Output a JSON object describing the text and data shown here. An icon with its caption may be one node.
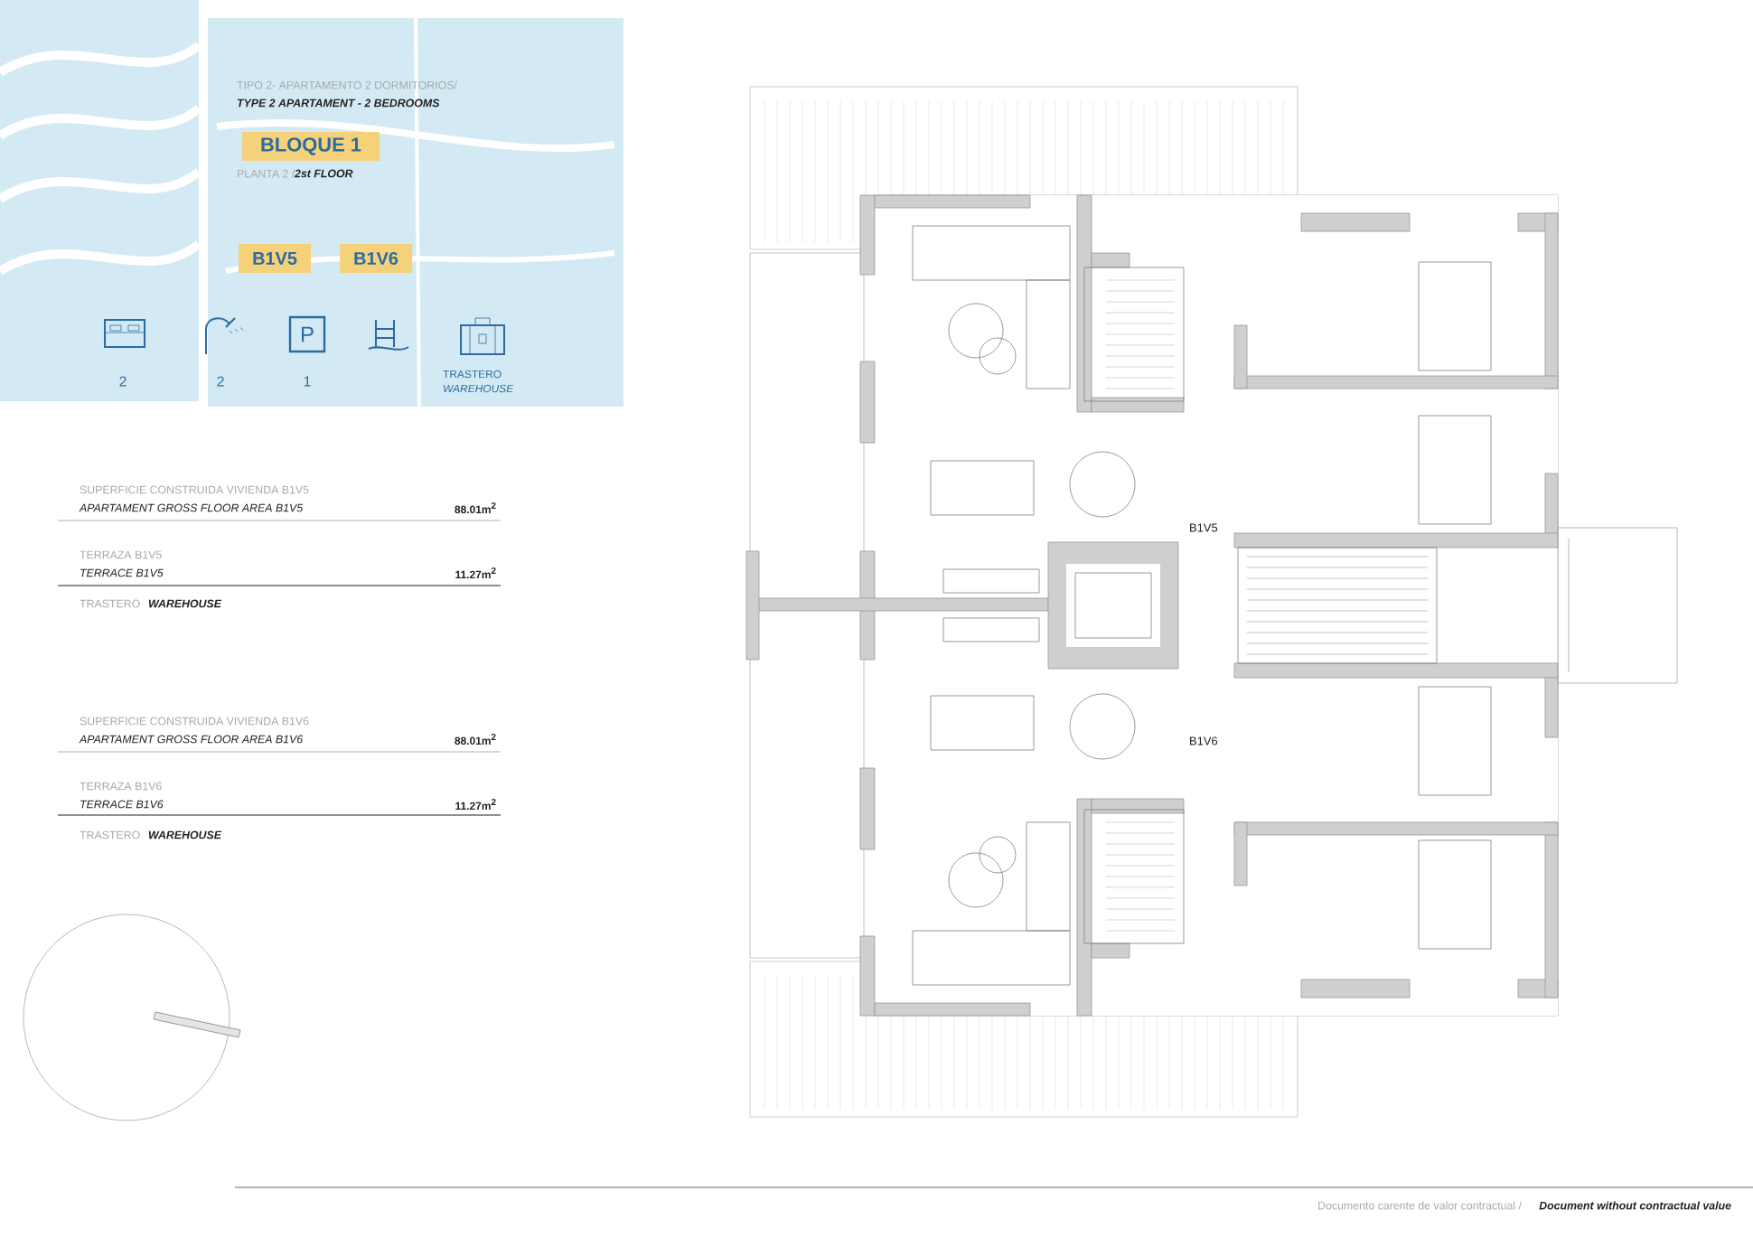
{
  "diagram": {
    "nodes": [
      {
        "text": [
          "BLOQUE 1"
        ]
      },
      {
        "text": [
          "B1V5"
        ]
      },
      {
        "text": [
          "B1V6"
        ]
      }
    ],
    "labels": [
      "TIPO 2- APARTAMENTO 2 DORMITORIOS/",
      "TYPE 2 APARTAMENT - 2 BEDROOMS",
      "PLANTA 2 /",
      "2st FLOOR",
      "2",
      "2",
      "P",
      "1",
      "TRASTERO",
      "WAREHOUSE",
      "SUPERFICIE CONSTRUIDA VIVIENDA B1V5",
      "APARTAMENT GROSS FLOOR AREA B1V5",
      "88.01m$^{2}$",
      "TERRAZA B1V5",
      "TERRACE B1V5",
      "11.27m$^{2}$",
      "TRASTERO",
      "WAREHOUSE",
      "B1V5",
      "SUPERFICIE CONSTRUIDA VIVIENDA B1V6",
      "APARTAMENT GROSS FLOOR AREA B1V6",
      "88.01m$^{2}$",
      "TERRAZA B1V6",
      "TERRACE B1V6",
      "11.27m$^{2}$",
      "TRASTERO",
      "WAREHOUSE",
      "B1V6",
      "Documento carente de valor contractual /",
      "Document without contractual value"
    ]
  }
}
